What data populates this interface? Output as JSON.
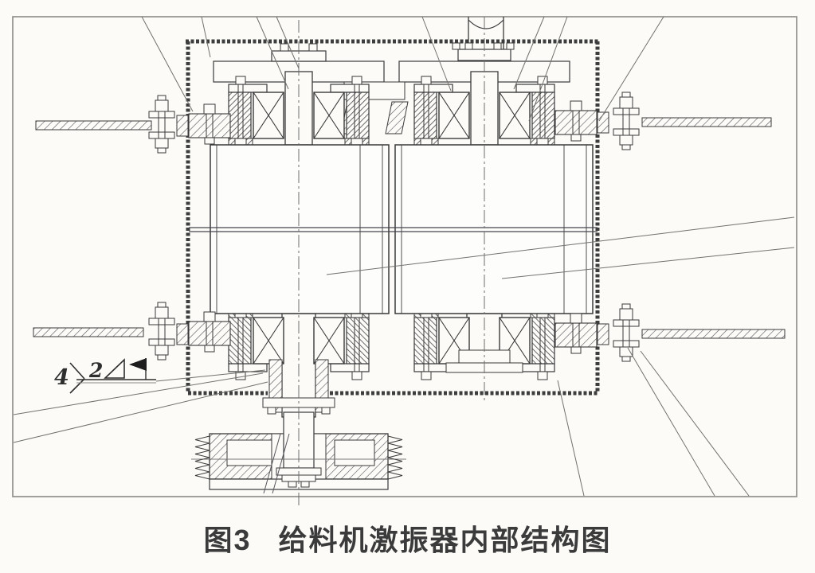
{
  "figure_caption": {
    "label": "图3",
    "title": "给料机激振器内部结构图"
  },
  "annotations": {
    "weld_symbol": {
      "prefix_number": "4",
      "size_number": "2",
      "flag_icon": "field-weld-flag",
      "triangle_icon": "fillet-weld-symbol"
    }
  },
  "colors": {
    "paper": "#fcfbf8",
    "line": "#3a3a3a",
    "wall": "#3d3d3d",
    "leader_line": "#71716e",
    "caption_text": "#3b3b3b"
  }
}
